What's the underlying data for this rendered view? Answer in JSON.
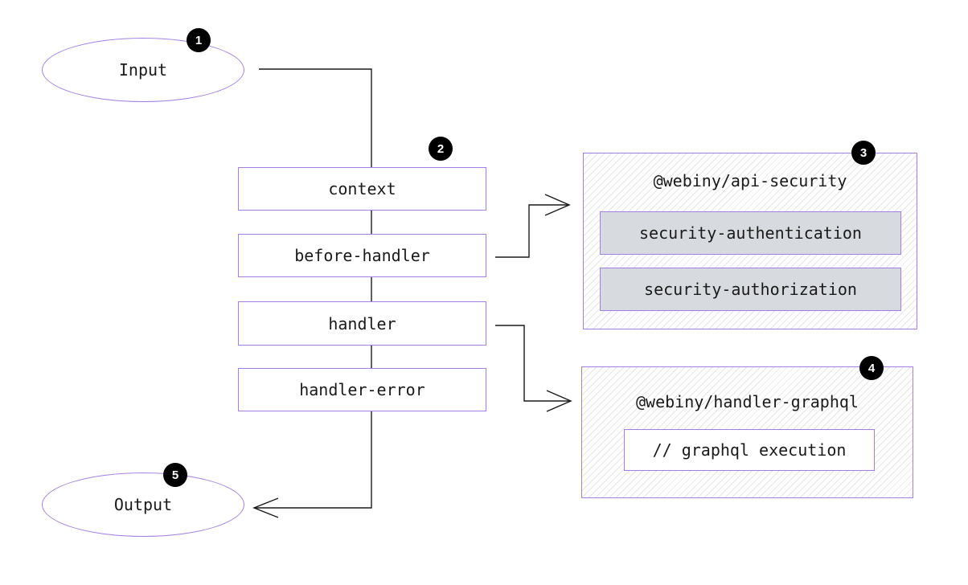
{
  "colors": {
    "border": "#a37ee6",
    "line": "#1a1a1a",
    "badge": "#000000",
    "plugin_fill": "#d7dbe0"
  },
  "input": {
    "label": "Input"
  },
  "output": {
    "label": "Output"
  },
  "steps": {
    "context": "context",
    "before_handler": "before-handler",
    "handler": "handler",
    "handler_error": "handler-error"
  },
  "security": {
    "title": "@webiny/api-security",
    "plugins": [
      "security-authentication",
      "security-authorization"
    ]
  },
  "graphql": {
    "title": "@webiny/handler-graphql",
    "plugins": [
      "// graphql execution"
    ]
  },
  "badges": [
    "1",
    "2",
    "3",
    "4",
    "5"
  ]
}
